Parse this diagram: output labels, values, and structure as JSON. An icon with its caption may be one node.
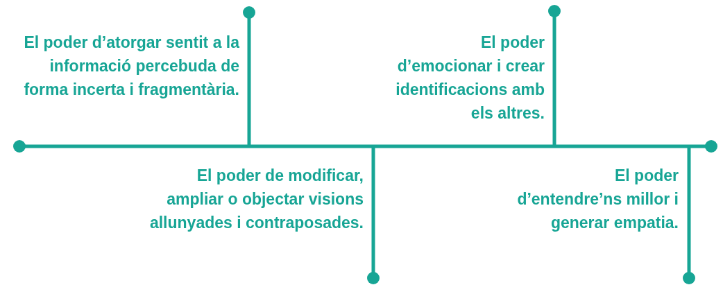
{
  "diagram": {
    "labels": [
      "El poder d’atorgar sentit a la informació percebuda de forma incerta i fragmentària.",
      "El poder d’emocionar i crear identificacions amb els altres.",
      "El poder de modificar, ampliar o objectar visions allunyades i contraposades.",
      "El poder d’entendre’ns millor i generar empatia."
    ]
  }
}
